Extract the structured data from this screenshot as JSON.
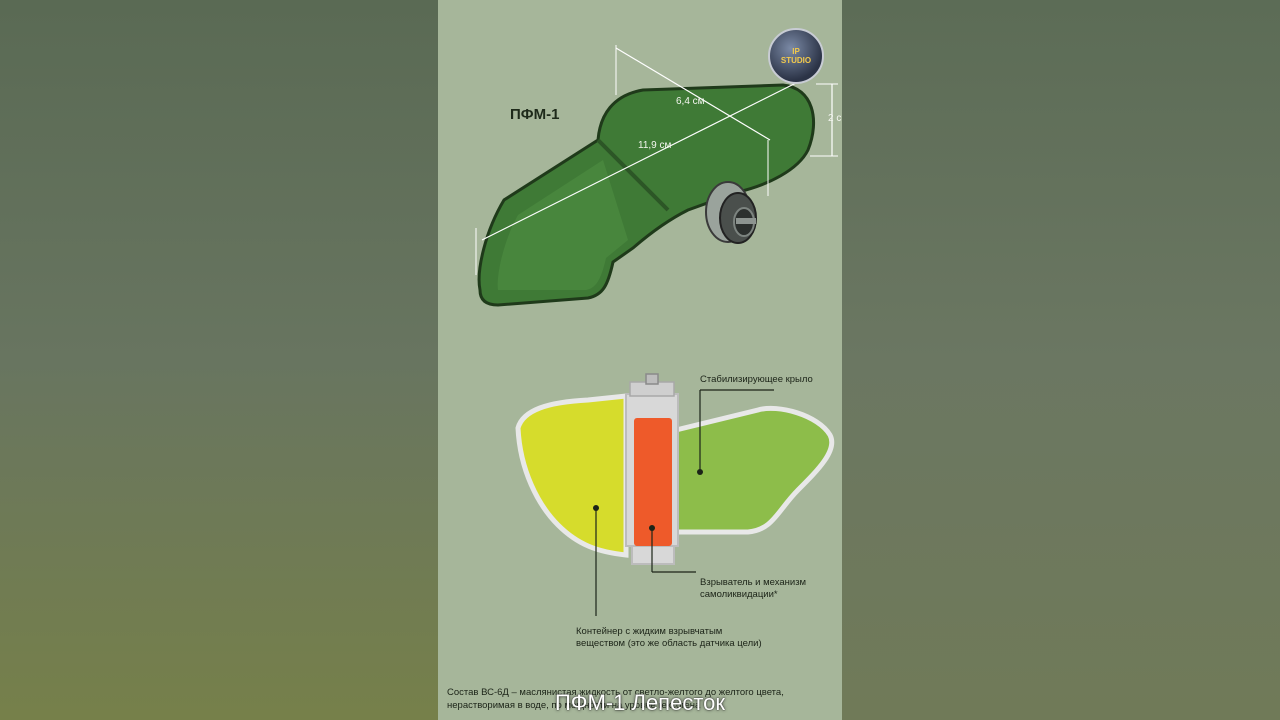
{
  "mine": {
    "title": "ПФМ-1",
    "dim_width": "6,4 см",
    "dim_length": "11,9 см",
    "dim_height": "2 с"
  },
  "logo": {
    "line1": "IP",
    "line2": "STUDIO"
  },
  "callouts": {
    "wing": "Стабилизирующее крыло",
    "fuse_line1": "Взрыватель и механизм",
    "fuse_line2": "самоликвидации*",
    "container_line1": "Контейнер с жидким взрывчатым",
    "container_line2": "веществом (это же область датчика цели)"
  },
  "footer": {
    "line1": "Состав ВС-6Д – маслянистая жидкость от светло-желтого до желтого цвета,",
    "line2": "нерастворимая в воде, по мощности на уровне гексогена"
  },
  "overlay_title": "ПФМ-1 Лепесток",
  "colors": {
    "mine_green": "#3f7a36",
    "explosive_yellow": "#d6dc2c",
    "fuse_orange": "#ee5a2a",
    "wing_green": "#8dbd4a"
  }
}
